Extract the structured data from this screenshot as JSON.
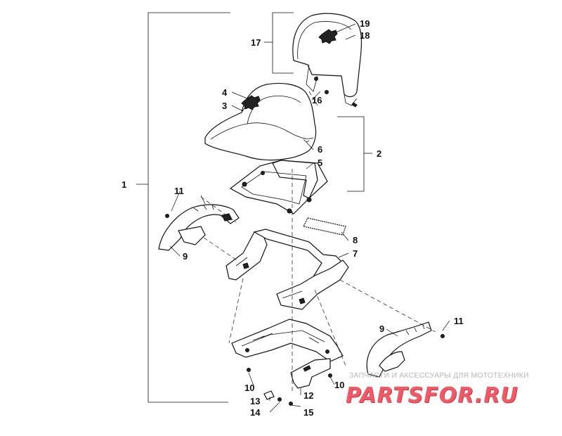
{
  "callouts": {
    "c1": "1",
    "c2": "2",
    "c3": "3",
    "c4": "4",
    "c5": "5",
    "c6": "6",
    "c7": "7",
    "c8": "8",
    "c9a": "9",
    "c9b": "9",
    "c10a": "10",
    "c10b": "10",
    "c11a": "11",
    "c11b": "11",
    "c12": "12",
    "c13": "13",
    "c14": "14",
    "c15": "15",
    "c16": "16",
    "c17": "17",
    "c18": "18",
    "c19": "19"
  },
  "watermark": {
    "tagline": "ЗАПЧАСТИ И АКСЕССУАРЫ ДЛЯ МОТОТЕХНИКИ",
    "logo": "PARTSFOR.RU"
  },
  "colors": {
    "line": "#111111",
    "watermark_text": "#b7b7b7",
    "logo": "#ee5a66"
  }
}
